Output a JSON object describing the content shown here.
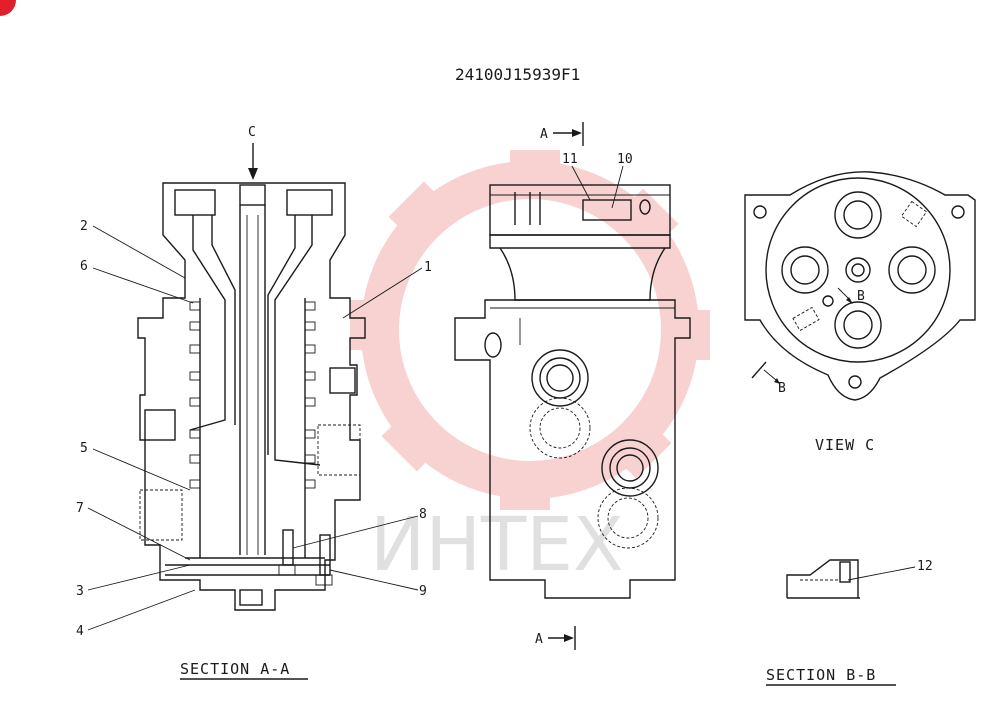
{
  "part_number": "24100J15939F1",
  "watermark_text": "ИНТЕХ",
  "colors": {
    "ink": "#1a1a1a",
    "watermark_gear": "#f2a5a5",
    "watermark_text": "#c8c8c8",
    "corner_mark": "#e0202a"
  },
  "views": {
    "section_aa": {
      "title": "SECTION  A-A",
      "arrow_label": "C"
    },
    "side_view": {
      "cut_label_top": "A",
      "cut_label_bottom": "A"
    },
    "view_c": {
      "title": "VIEW  C",
      "cut_label_b1": "B",
      "cut_label_b2": "B"
    },
    "section_bb": {
      "title": "SECTION  B-B"
    }
  },
  "callouts": [
    "1",
    "2",
    "3",
    "4",
    "5",
    "6",
    "7",
    "8",
    "9",
    "10",
    "11",
    "12"
  ]
}
